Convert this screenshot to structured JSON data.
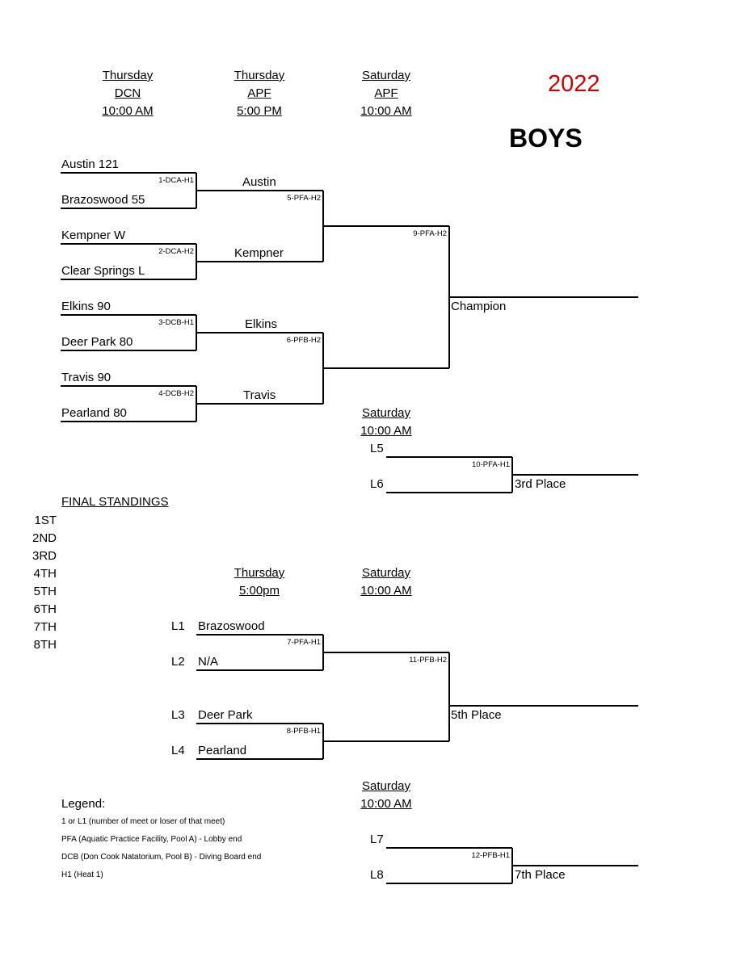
{
  "year": "2022",
  "division": "BOYS",
  "top_headers": [
    {
      "day": "Thursday",
      "venue": "DCN",
      "time": "10:00 AM"
    },
    {
      "day": "Thursday",
      "venue": "APF",
      "time": "5:00 PM"
    },
    {
      "day": "Saturday",
      "venue": "APF",
      "time": "10:00 AM"
    }
  ],
  "round1": [
    {
      "top": "Austin 121",
      "bottom": "Brazoswood  55",
      "code": "1-DCA-H1"
    },
    {
      "top": "Kempner  W",
      "bottom": "Clear Springs  L",
      "code": "2-DCA-H2"
    },
    {
      "top": "Elkins  90",
      "bottom": "Deer Park  80",
      "code": "3-DCB-H1"
    },
    {
      "top": "Travis  90",
      "bottom": "Pearland  80",
      "code": "4-DCB-H2"
    }
  ],
  "round2": [
    {
      "top": "Austin",
      "bottom": "Kempner",
      "code": "5-PFA-H2"
    },
    {
      "top": "Elkins",
      "bottom": "Travis",
      "code": "6-PFB-H2"
    }
  ],
  "final": {
    "code": "9-PFA-H2",
    "label": "Champion"
  },
  "third_place": {
    "day": "Saturday",
    "time": "10:00 AM",
    "top": "L5",
    "bottom": "L6",
    "code": "10-PFA-H1",
    "label": "3rd Place"
  },
  "standings": {
    "title": "FINAL STANDINGS",
    "places": [
      "1ST",
      "2ND",
      "3RD",
      "4TH",
      "5TH",
      "6TH",
      "7TH",
      "8TH"
    ]
  },
  "consolation_headers": [
    {
      "day": "Thursday",
      "time": "5:00pm"
    },
    {
      "day": "Saturday",
      "time": "10:00 AM"
    }
  ],
  "consolation": [
    {
      "top_seed": "L1",
      "top": "Brazoswood",
      "bottom_seed": "L2",
      "bottom": "N/A",
      "code": "7-PFA-H1"
    },
    {
      "top_seed": "L3",
      "top": "Deer Park",
      "bottom_seed": "L4",
      "bottom": "Pearland",
      "code": "8-PFB-H1"
    }
  ],
  "fifth_place": {
    "code": "11-PFB-H2",
    "label": "5th Place"
  },
  "seventh_place": {
    "day": "Saturday",
    "time": "10:00 AM",
    "top": "L7",
    "bottom": "L8",
    "code": "12-PFB-H1",
    "label": "7th Place"
  },
  "legend": {
    "title": "Legend:",
    "items": [
      "1 or L1 (number of meet or loser of that meet)",
      "PFA (Aquatic Practice Facility, Pool A) - Lobby end",
      "DCB (Don Cook Natatorium, Pool B) - Diving Board end",
      "H1 (Heat 1)"
    ]
  }
}
